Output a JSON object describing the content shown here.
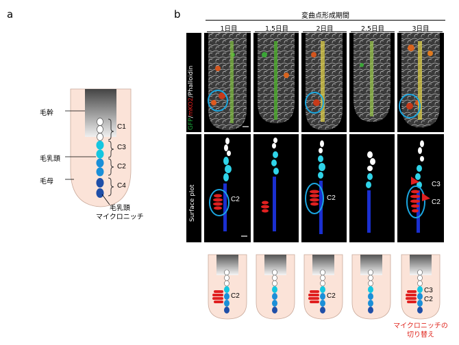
{
  "panel_a": {
    "letter": "a",
    "labels": {
      "hair_shaft": "毛幹",
      "dermal_papilla": "毛乳頭",
      "hair_matrix": "毛母",
      "niche": "毛乳頭\nマイクロニッチ"
    },
    "zones": [
      "C1",
      "C3",
      "C2",
      "C4"
    ]
  },
  "panel_b": {
    "letter": "b",
    "header": "変曲点形成期間",
    "days": [
      "1日目",
      "1.5日目",
      "2日目",
      "2.5日目",
      "3日目"
    ],
    "row1_label_parts": [
      "GFP",
      "/",
      "mKO2",
      "/Phalloidin"
    ],
    "row2_label": "Surface plot",
    "row2_marks": {
      "day1": [
        "C2"
      ],
      "day2": [
        "C2"
      ],
      "day3": [
        "C3",
        "C2"
      ]
    },
    "schematic_marks": {
      "day1": [
        "C2"
      ],
      "day2": [
        "C2"
      ],
      "day3": [
        "C3",
        "C2"
      ]
    },
    "caption": "マイクロニッチの\n切り替え",
    "colors": {
      "circle": "#1ba7e1",
      "red": "#e02020",
      "caption": "#e0261e",
      "gfp": "#1aa83a",
      "mko2": "#e02020"
    }
  }
}
